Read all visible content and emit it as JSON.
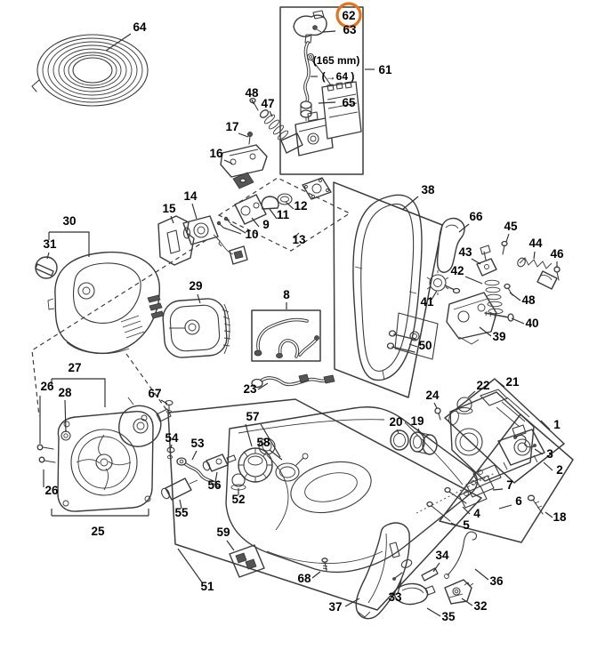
{
  "colors": {
    "highlight": "#e4731c",
    "ink": "#3a3a3a"
  },
  "highlighted_part": "62",
  "notes": {
    "length": "(165 mm)",
    "coil_ref": "(→64 )"
  },
  "labels": {
    "p64": "64",
    "p62": "62",
    "p63": "63",
    "p61": "61",
    "p65": "65",
    "p48a": "48",
    "p47": "47",
    "p17": "17",
    "p16": "16",
    "p14": "14",
    "p15": "15",
    "p9": "9",
    "p10": "10",
    "p11": "11",
    "p12": "12",
    "p13": "13",
    "p38": "38",
    "p30": "30",
    "p31": "31",
    "p29": "29",
    "p8": "8",
    "p23": "23",
    "p66": "66",
    "p45": "45",
    "p44": "44",
    "p46": "46",
    "p43": "43",
    "p42": "42",
    "p48b": "48",
    "p40": "40",
    "p39": "39",
    "p41": "41",
    "p50": "50",
    "p27": "27",
    "p26a": "26",
    "p28": "28",
    "p67": "67",
    "p26b": "26",
    "p25": "25",
    "p55": "55",
    "p54": "54",
    "p53": "53",
    "p56": "56",
    "p57": "57",
    "p58": "58",
    "p52": "52",
    "p59": "59",
    "p51": "51",
    "p68": "68",
    "p37": "37",
    "p33": "33",
    "p34": "34",
    "p36": "36",
    "p32": "32",
    "p35": "35",
    "p20": "20",
    "p19": "19",
    "p24": "24",
    "p22": "22",
    "p21": "21",
    "p1": "1",
    "p2": "2",
    "p3": "3",
    "p7": "7",
    "p6": "6",
    "p4": "4",
    "p5": "5",
    "p18": "18"
  }
}
